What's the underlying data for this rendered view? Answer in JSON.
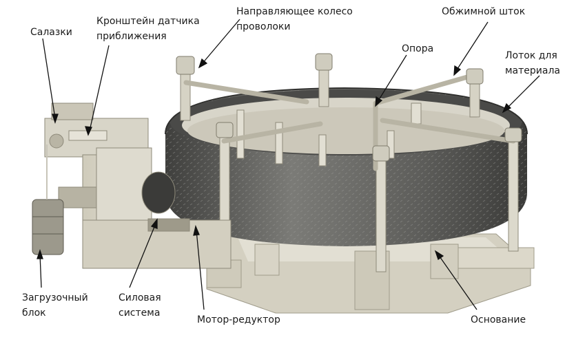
{
  "labels": {
    "salazki": "Салазки",
    "bracket": "Кронштейн датчика\nприближения",
    "guide_wheel": "Направляющее колесо\nпроволоки",
    "support": "Опора",
    "crimp_rod": "Обжимной шток",
    "material_tray": "Лоток для\nматериала",
    "loading_block": "Загрузочный\nблок",
    "power_system": "Силовая\nсистема",
    "gear_motor": "Мотор-редуктор",
    "base": "Основание"
  },
  "colors": {
    "body": "#d9d6c8",
    "body_shade": "#bdb9a8",
    "drum": "#5a5a58",
    "drum_light": "#8a8a86",
    "leader": "#111111"
  }
}
